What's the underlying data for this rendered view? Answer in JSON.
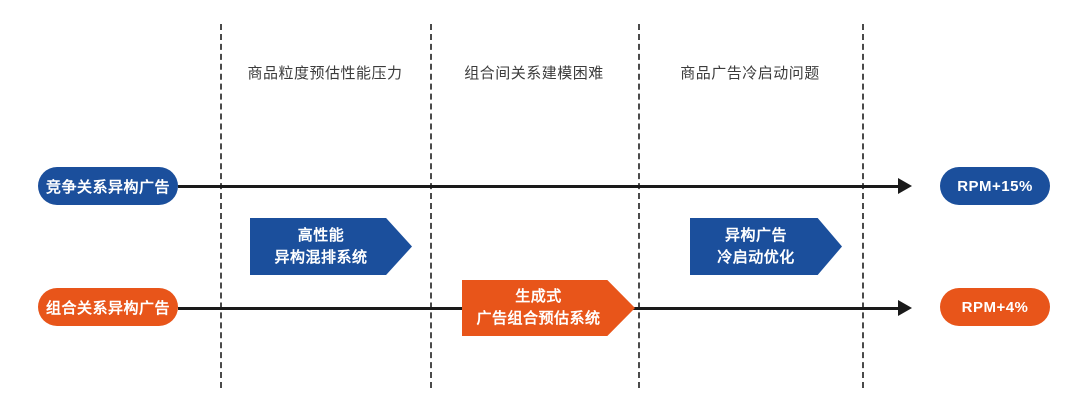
{
  "colors": {
    "blue": "#1b4f9c",
    "orange": "#e8551a",
    "line": "#1a1a1a",
    "divider": "#4a4a4a",
    "label_text": "#3c3c3c"
  },
  "stages": [
    {
      "label": "商品粒度预估性能压力"
    },
    {
      "label": "组合间关系建模困难"
    },
    {
      "label": "商品广告冷启动问题"
    }
  ],
  "inputs": [
    {
      "label": "竞争关系异构广告",
      "color": "blue"
    },
    {
      "label": "组合关系异构广告",
      "color": "orange"
    }
  ],
  "solutions": [
    {
      "line1": "高性能",
      "line2": "异构混排系统",
      "color": "blue"
    },
    {
      "line1": "异构广告",
      "line2": "冷启动优化",
      "color": "blue"
    },
    {
      "line1": "生成式",
      "line2": "广告组合预估系统",
      "color": "orange"
    }
  ],
  "results": [
    {
      "label": "RPM+15%",
      "color": "blue"
    },
    {
      "label": "RPM+4%",
      "color": "orange"
    }
  ]
}
